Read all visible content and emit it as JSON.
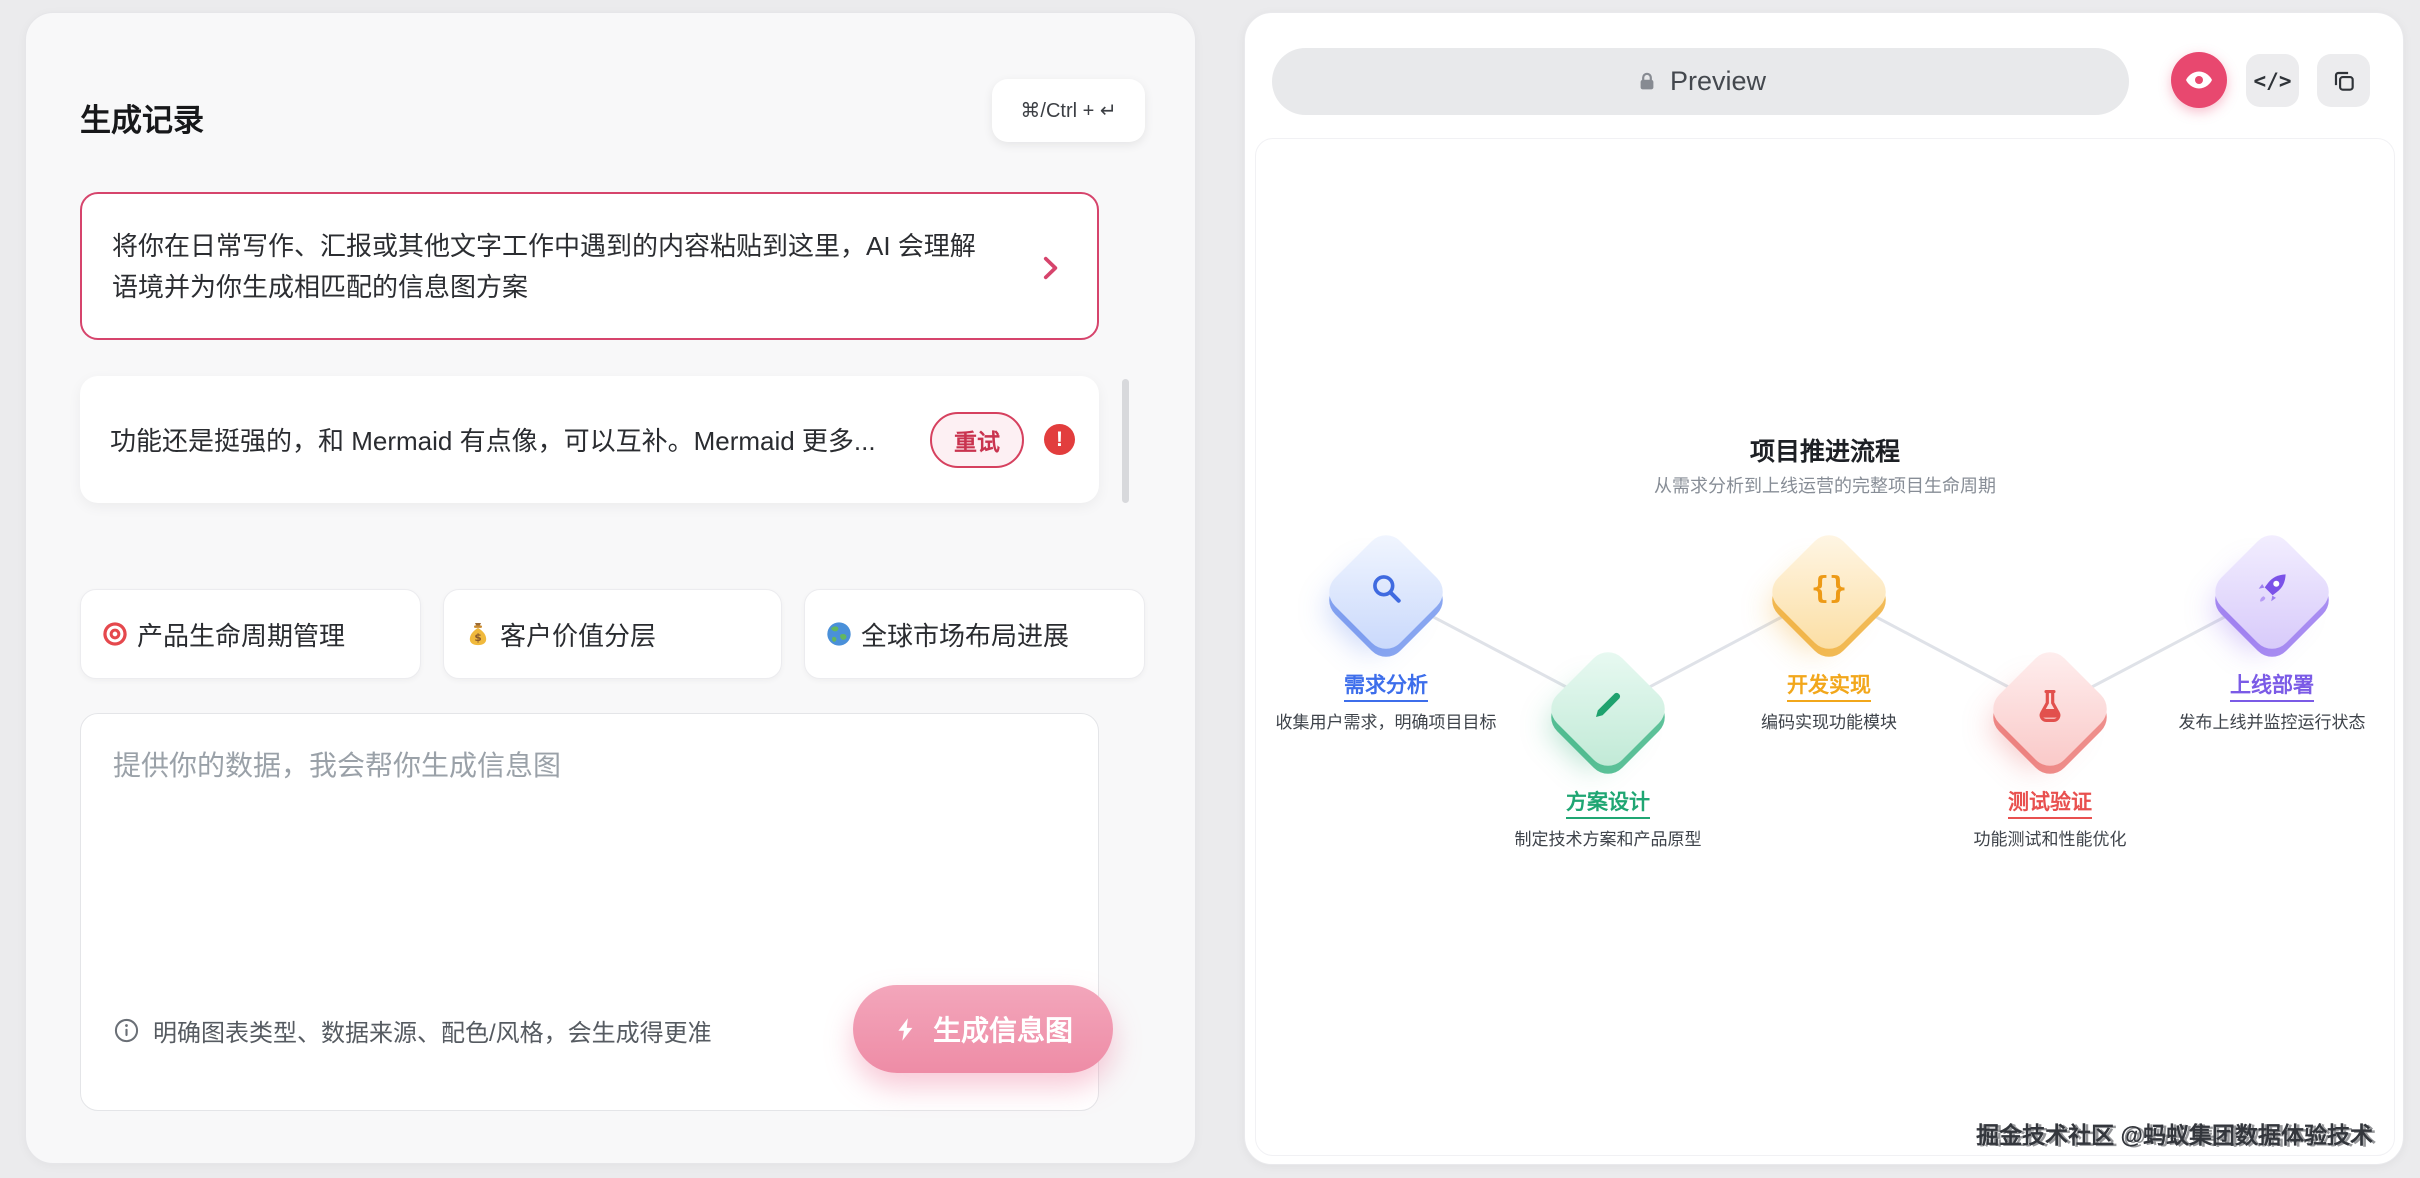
{
  "page": {
    "background": "#ebebed",
    "accent_pink": "#d6446c"
  },
  "left_panel": {
    "title": "生成记录",
    "shortcut_hint": "⌘/Ctrl + ↵",
    "prompt_banner": {
      "text": "将你在日常写作、汇报或其他文字工作中遇到的内容粘贴到这里，AI 会理解语境并为你生成相匹配的信息图方案"
    },
    "history_item": {
      "text": "功能还是挺强的，和 Mermaid 有点像，可以互补。Mermaid 更多...",
      "retry_label": "重试",
      "error_glyph": "!"
    },
    "suggestions": [
      {
        "icon": "target-icon",
        "label": "产品生命周期管理"
      },
      {
        "icon": "moneybag-icon",
        "label": "客户价值分层"
      },
      {
        "icon": "globe-icon",
        "label": "全球市场布局进展"
      }
    ],
    "composer": {
      "placeholder": "提供你的数据，我会帮你生成信息图",
      "hint": "明确图表类型、数据来源、配色/风格，会生成得更准",
      "generate_label": "生成信息图"
    }
  },
  "right_panel": {
    "preview_label": "Preview",
    "code_glyph": "</>",
    "toolbar_icons": [
      "eye-icon",
      "code-icon",
      "copy-icon"
    ],
    "watermark": "掘金技术社区 @蚂蚁集团数据体验技术"
  },
  "infographic": {
    "title": "项目推进流程",
    "subtitle": "从需求分析到上线运营的完整项目生命周期",
    "braces_glyph": "{}",
    "steps": [
      {
        "name": "需求分析",
        "desc": "收集用户需求，明确项目目标",
        "color": "#3D6EEB",
        "icon": "search-icon"
      },
      {
        "name": "方案设计",
        "desc": "制定技术方案和产品原型",
        "color": "#1FA673",
        "icon": "pencil-icon"
      },
      {
        "name": "开发实现",
        "desc": "编码实现功能模块",
        "color": "#F2A71B",
        "icon": "braces-icon"
      },
      {
        "name": "测试验证",
        "desc": "功能测试和性能优化",
        "color": "#E8504F",
        "icon": "flask-icon"
      },
      {
        "name": "上线部署",
        "desc": "发布上线并监控运行状态",
        "color": "#7B5BE6",
        "icon": "rocket-icon"
      }
    ]
  }
}
